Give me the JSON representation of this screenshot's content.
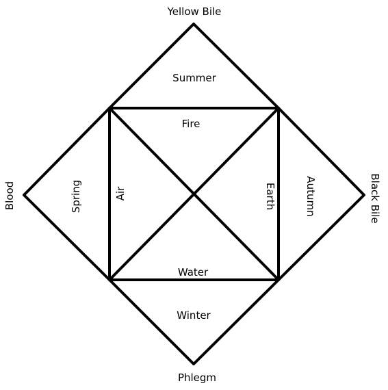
{
  "diagram": {
    "line_color": "#000000",
    "background": "#ffffff",
    "humours": {
      "top": "Yellow Bile",
      "left": "Blood",
      "right": "Black Bile",
      "bottom": "Phlegm"
    },
    "seasons": {
      "top": "Summer",
      "left": "Spring",
      "right": "Autumn",
      "bottom": "Winter"
    },
    "elements": {
      "top": "Fire",
      "left": "Air",
      "right": "Earth",
      "bottom": "Water"
    }
  }
}
